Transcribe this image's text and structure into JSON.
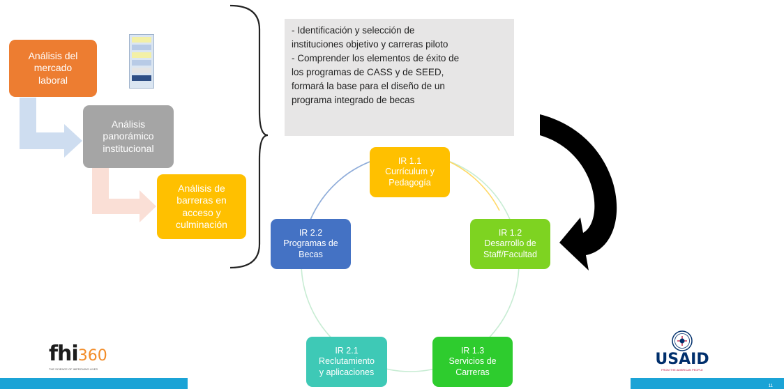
{
  "slide": {
    "page_number": "11",
    "colors": {
      "orange": "#ed7d31",
      "gray": "#a5a5a5",
      "gold": "#ffc000",
      "green": "#92d050",
      "bright_green": "#2ecc2e",
      "teal": "#3ec9b6",
      "blue": "#4472c4",
      "text_box_bg": "#e7e6e6",
      "footer": "#1ba3d6"
    }
  },
  "process": {
    "step1": "Análisis del\nmercado\nlaboral",
    "step2": "Análisis\npanorámico\ninstitucional",
    "step3": "Análisis de\nbarreras en\nacceso y\nculminación"
  },
  "summary_text": "- Identificación y selección de\ninstituciones objetivo y carreras piloto\n- Comprender los elementos de éxito de\nlos programas de CASS y de SEED,\nformará la base para el diseño de un\nprograma integrado de becas",
  "cycle": {
    "ir11": "IR 1.1\nCurrículum y\nPedagogía",
    "ir12": "IR 1.2\nDesarrollo de\nStaff/Facultad",
    "ir13": "IR 1.3\nServicios de\nCarreras",
    "ir21": "IR 2.1\nReclutamiento\ny aplicaciones",
    "ir22": "IR 2.2\nProgramas de\nBecas"
  },
  "logos": {
    "fhi_main": "fhi",
    "fhi_number": "360",
    "fhi_tagline": "THE SCIENCE OF IMPROVING LIVES",
    "usaid_main": "USAID",
    "usaid_tagline": "FROM THE AMERICAN PEOPLE"
  }
}
